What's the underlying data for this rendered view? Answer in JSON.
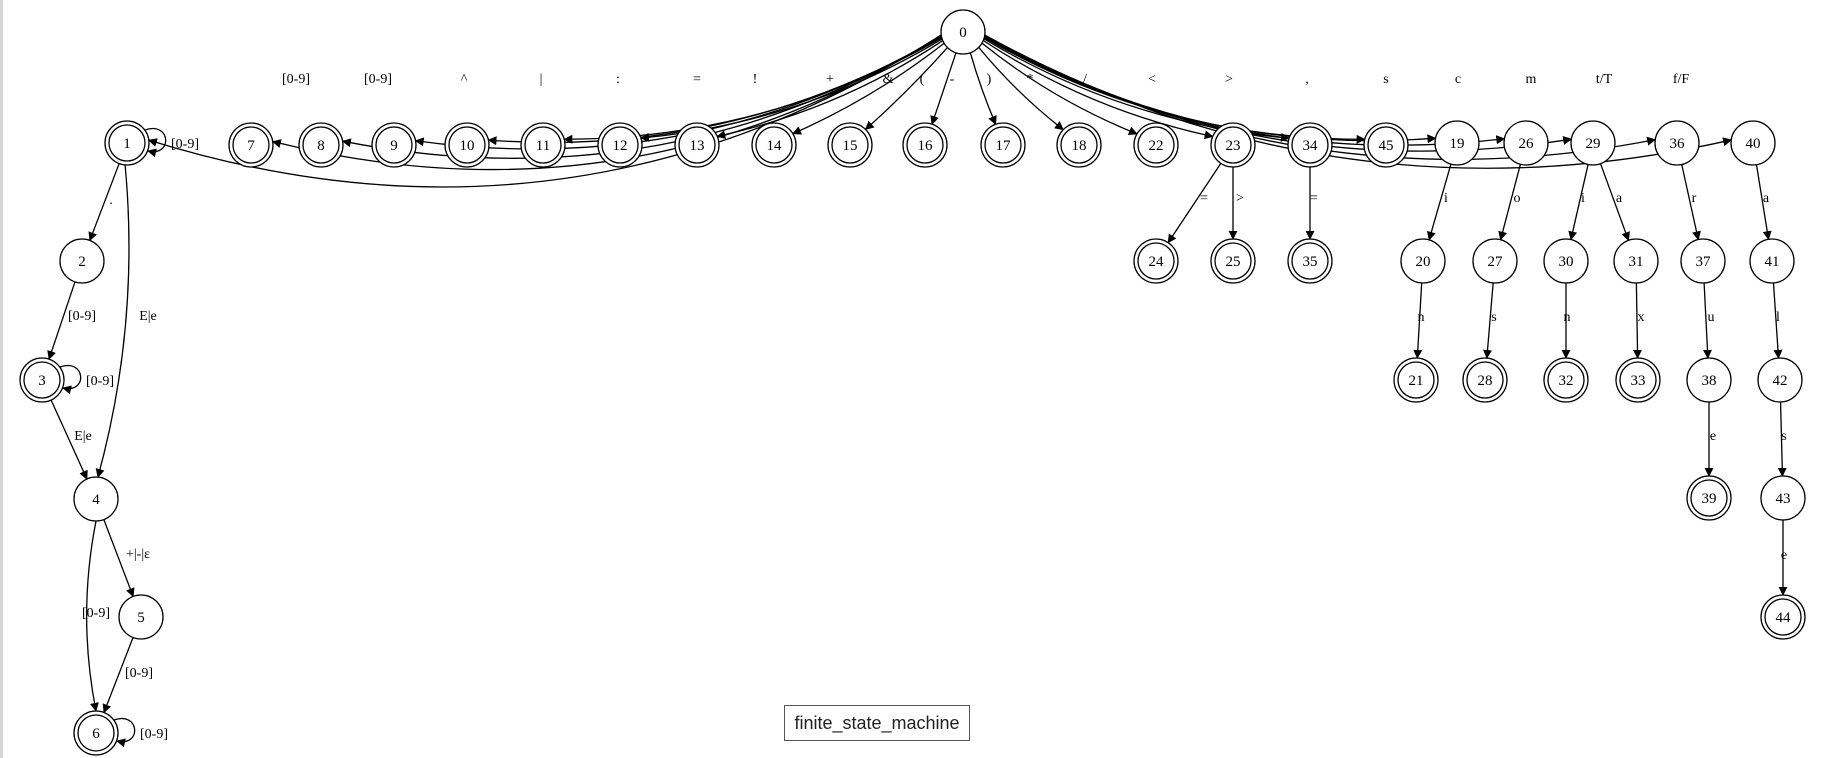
{
  "caption": "finite_state_machine",
  "states": [
    {
      "id": "0",
      "accepting": false
    },
    {
      "id": "1",
      "accepting": true
    },
    {
      "id": "2",
      "accepting": false
    },
    {
      "id": "3",
      "accepting": true
    },
    {
      "id": "4",
      "accepting": false
    },
    {
      "id": "5",
      "accepting": false
    },
    {
      "id": "6",
      "accepting": true
    },
    {
      "id": "7",
      "accepting": true
    },
    {
      "id": "8",
      "accepting": true
    },
    {
      "id": "9",
      "accepting": true
    },
    {
      "id": "10",
      "accepting": true
    },
    {
      "id": "11",
      "accepting": true
    },
    {
      "id": "12",
      "accepting": true
    },
    {
      "id": "13",
      "accepting": true
    },
    {
      "id": "14",
      "accepting": true
    },
    {
      "id": "15",
      "accepting": true
    },
    {
      "id": "16",
      "accepting": true
    },
    {
      "id": "17",
      "accepting": true
    },
    {
      "id": "18",
      "accepting": true
    },
    {
      "id": "22",
      "accepting": true
    },
    {
      "id": "23",
      "accepting": true
    },
    {
      "id": "34",
      "accepting": true
    },
    {
      "id": "45",
      "accepting": true
    },
    {
      "id": "19",
      "accepting": false
    },
    {
      "id": "26",
      "accepting": false
    },
    {
      "id": "29",
      "accepting": false
    },
    {
      "id": "36",
      "accepting": false
    },
    {
      "id": "40",
      "accepting": false
    },
    {
      "id": "24",
      "accepting": true
    },
    {
      "id": "25",
      "accepting": true
    },
    {
      "id": "35",
      "accepting": true
    },
    {
      "id": "20",
      "accepting": false
    },
    {
      "id": "27",
      "accepting": false
    },
    {
      "id": "30",
      "accepting": false
    },
    {
      "id": "31",
      "accepting": false
    },
    {
      "id": "37",
      "accepting": false
    },
    {
      "id": "41",
      "accepting": false
    },
    {
      "id": "21",
      "accepting": true
    },
    {
      "id": "28",
      "accepting": true
    },
    {
      "id": "32",
      "accepting": true
    },
    {
      "id": "33",
      "accepting": true
    },
    {
      "id": "38",
      "accepting": false
    },
    {
      "id": "42",
      "accepting": false
    },
    {
      "id": "39",
      "accepting": true
    },
    {
      "id": "43",
      "accepting": false
    },
    {
      "id": "44",
      "accepting": true
    }
  ],
  "transitions": [
    {
      "from": "0",
      "to": "1",
      "label": "[0-9]"
    },
    {
      "from": "0",
      "to": "7",
      "label": "[0-9]"
    },
    {
      "from": "0",
      "to": "8",
      "label": "^"
    },
    {
      "from": "0",
      "to": "9",
      "label": "|"
    },
    {
      "from": "0",
      "to": "10",
      "label": ":"
    },
    {
      "from": "0",
      "to": "11",
      "label": "="
    },
    {
      "from": "0",
      "to": "12",
      "label": "!"
    },
    {
      "from": "0",
      "to": "13",
      "label": "+"
    },
    {
      "from": "0",
      "to": "14",
      "label": "&"
    },
    {
      "from": "0",
      "to": "15",
      "label": "("
    },
    {
      "from": "0",
      "to": "16",
      "label": "-"
    },
    {
      "from": "0",
      "to": "17",
      "label": ")"
    },
    {
      "from": "0",
      "to": "18",
      "label": "*"
    },
    {
      "from": "0",
      "to": "22",
      "label": "/"
    },
    {
      "from": "0",
      "to": "23",
      "label": "<"
    },
    {
      "from": "0",
      "to": "34",
      "label": ">"
    },
    {
      "from": "0",
      "to": "45",
      "label": ","
    },
    {
      "from": "0",
      "to": "19",
      "label": "s"
    },
    {
      "from": "0",
      "to": "26",
      "label": "c"
    },
    {
      "from": "0",
      "to": "29",
      "label": "m"
    },
    {
      "from": "0",
      "to": "36",
      "label": "t/T"
    },
    {
      "from": "0",
      "to": "40",
      "label": "f/F"
    },
    {
      "from": "1",
      "to": "1",
      "label": "[0-9]"
    },
    {
      "from": "1",
      "to": "2",
      "label": "."
    },
    {
      "from": "1",
      "to": "4",
      "label": "E|e"
    },
    {
      "from": "2",
      "to": "3",
      "label": "[0-9]"
    },
    {
      "from": "3",
      "to": "3",
      "label": "[0-9]"
    },
    {
      "from": "3",
      "to": "4",
      "label": "E|e"
    },
    {
      "from": "4",
      "to": "5",
      "label": "+|-|ε"
    },
    {
      "from": "4",
      "to": "6",
      "label": "[0-9]"
    },
    {
      "from": "5",
      "to": "6",
      "label": "[0-9]"
    },
    {
      "from": "6",
      "to": "6",
      "label": "[0-9]"
    },
    {
      "from": "23",
      "to": "24",
      "label": "="
    },
    {
      "from": "23",
      "to": "25",
      "label": ">"
    },
    {
      "from": "34",
      "to": "35",
      "label": "="
    },
    {
      "from": "19",
      "to": "20",
      "label": "i"
    },
    {
      "from": "20",
      "to": "21",
      "label": "n"
    },
    {
      "from": "26",
      "to": "27",
      "label": "o"
    },
    {
      "from": "27",
      "to": "28",
      "label": "s"
    },
    {
      "from": "29",
      "to": "30",
      "label": "i"
    },
    {
      "from": "29",
      "to": "31",
      "label": "a"
    },
    {
      "from": "30",
      "to": "32",
      "label": "n"
    },
    {
      "from": "31",
      "to": "33",
      "label": "x"
    },
    {
      "from": "36",
      "to": "37",
      "label": "r"
    },
    {
      "from": "37",
      "to": "38",
      "label": "u"
    },
    {
      "from": "38",
      "to": "39",
      "label": "e"
    },
    {
      "from": "40",
      "to": "41",
      "label": "a"
    },
    {
      "from": "41",
      "to": "42",
      "label": "l"
    },
    {
      "from": "42",
      "to": "43",
      "label": "s"
    },
    {
      "from": "43",
      "to": "44",
      "label": "e"
    }
  ]
}
